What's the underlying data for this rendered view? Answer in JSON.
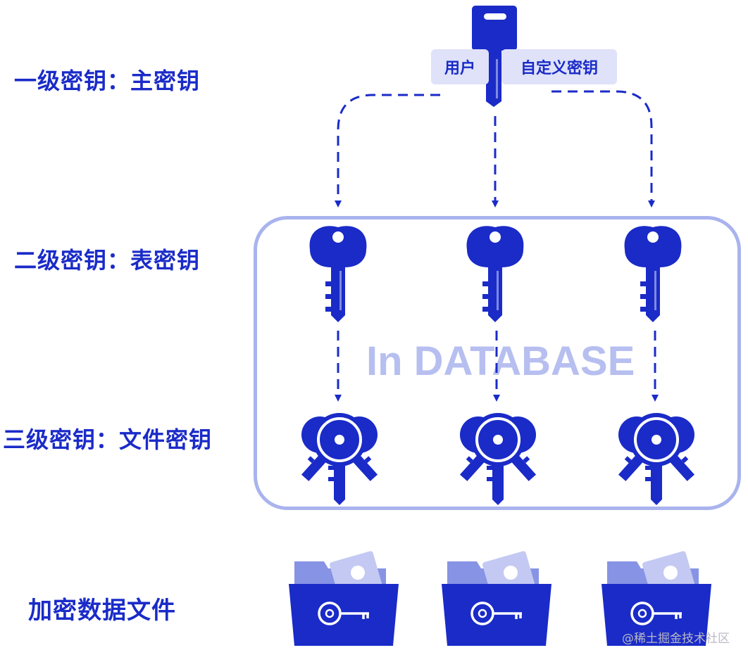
{
  "labels": {
    "level1": "一级密钥：主密钥",
    "level2": "二级密钥：表密钥",
    "level3": "三级密钥：文件密钥",
    "level4": "加密数据文件"
  },
  "master_key": {
    "caption_left": "用户",
    "caption_right": "自定义密钥"
  },
  "database_box": {
    "label": "In DATABASE"
  },
  "watermark": "@稀土掘金技术社区",
  "colors": {
    "key_blue": "#1a2bc8",
    "pill_bg": "#dfe2f8",
    "box_border": "#a9b3ee",
    "box_label": "#b7bff0"
  },
  "icons": [
    "key-icon",
    "keyring-icon",
    "folder-icon"
  ]
}
